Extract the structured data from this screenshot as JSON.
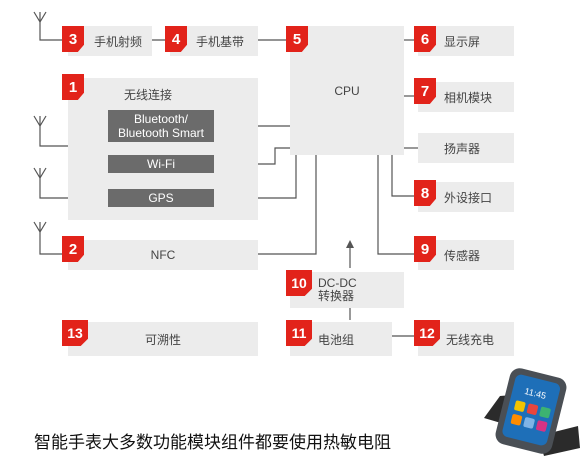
{
  "blocks": {
    "rf": {
      "num": "3",
      "label": "手机射频"
    },
    "baseband": {
      "num": "4",
      "label": "手机基带"
    },
    "cpu_num": "5",
    "cpu": "CPU",
    "display": {
      "num": "6",
      "label": "显示屏"
    },
    "wireless": {
      "num": "1",
      "label": "无线连接"
    },
    "bluetooth": "Bluetooth/\nBluetooth Smart",
    "wifi": "Wi-Fi",
    "gps": "GPS",
    "camera": {
      "num": "7",
      "label": "相机模块"
    },
    "speaker": {
      "label": "扬声器"
    },
    "peripheral": {
      "num": "8",
      "label": "外设接口"
    },
    "nfc": {
      "num": "2",
      "label": "NFC"
    },
    "sensor": {
      "num": "9",
      "label": "传感器"
    },
    "dcdc": {
      "num": "10",
      "label": "DC-DC\n转换器"
    },
    "traceability": {
      "num": "13",
      "label": "可溯性"
    },
    "battery": {
      "num": "11",
      "label": "电池组"
    },
    "wireless_charging": {
      "num": "12",
      "label": "无线充电"
    }
  },
  "watch": {
    "time": "11:45"
  },
  "caption": "智能手表大多数功能模块组件都要使用热敏电阻",
  "colors": {
    "badge": "#e2231a",
    "box": "#ececec",
    "dark": "#6b6b6b",
    "line": "#555555"
  }
}
